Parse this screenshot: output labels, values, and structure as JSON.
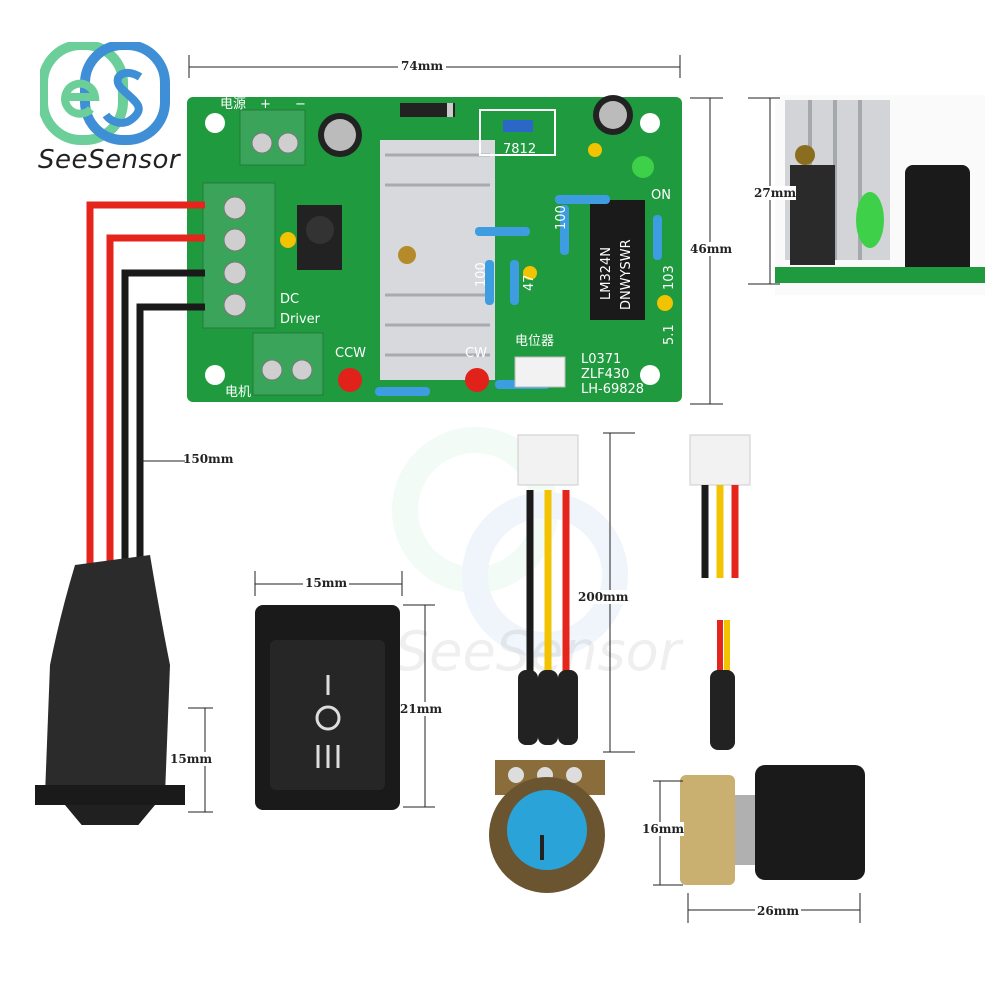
{
  "brand": {
    "name": "SeeSensor",
    "watermark": "SeeSensor"
  },
  "dimensions": {
    "board_width": "74mm",
    "board_height": "46mm",
    "side_height": "27mm",
    "cable_length": "150mm",
    "switch_plug_height": "15mm",
    "rocker_width": "15mm",
    "rocker_height": "21mm",
    "pot_cable_length": "200mm",
    "pot_height": "16mm",
    "pot_length": "26mm"
  },
  "board_labels": {
    "power": "电源",
    "plus": "+",
    "minus": "−",
    "regulator": "7812",
    "on": "ON",
    "ic": "LM324N",
    "ic_brand": "DNWYSWR",
    "dc_driver_1": "DC",
    "dc_driver_2": "Driver",
    "motor": "电机",
    "ccw": "CCW",
    "cw": "CW",
    "potentiometer": "电位器",
    "code1": "L0371",
    "code2": "ZLF430",
    "code3": "LH-69828",
    "r100_a": "100",
    "r100_b": "100",
    "r47": "47",
    "r5_1": "5.1",
    "r103": "103"
  },
  "colors": {
    "pcb_green": "#1f9a3e",
    "terminal_green": "#3aa55a",
    "wire_red": "#e5251c",
    "wire_black": "#1a1a1a",
    "wire_yellow": "#f2c300",
    "knob_blue": "#2aa3d8",
    "logo_green": "#6ccf9a",
    "logo_blue": "#3e8fd6",
    "led_red": "#e0221b",
    "led_green": "#3fd04a"
  }
}
